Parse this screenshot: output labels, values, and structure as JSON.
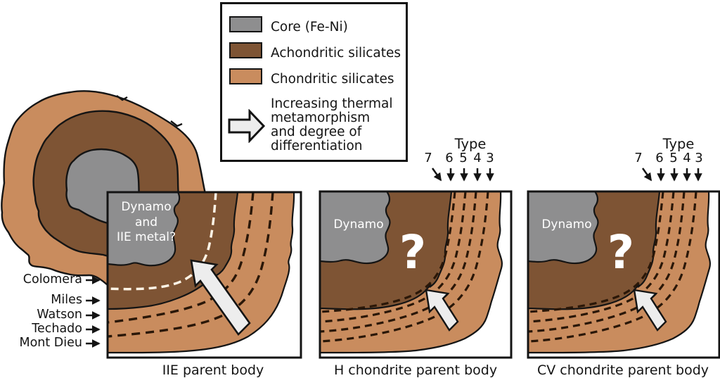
{
  "figure": {
    "legend": {
      "items": [
        {
          "label": "Core (Fe-Ni)",
          "color": "#8e8e8f"
        },
        {
          "label": "Achondritic silicates",
          "color": "#7e5434"
        },
        {
          "label": "Chondritic silicates",
          "color": "#c98c5e"
        }
      ],
      "arrow_caption_lines": [
        "Increasing thermal",
        "metamorphism",
        "and degree of",
        "differentiation"
      ]
    },
    "type_scale": {
      "title": "Type",
      "values": [
        "7",
        "6",
        "5",
        "4",
        "3"
      ]
    },
    "meteorite_labels": [
      "Colomera",
      "Miles",
      "Watson",
      "Techado",
      "Mont Dieu"
    ],
    "panels": [
      {
        "caption": "IIE parent body",
        "core_label_lines": [
          "Dynamo",
          "and",
          "IIE metal?"
        ]
      },
      {
        "caption": "H chondrite parent body",
        "core_label": "Dynamo",
        "uncertainty_mark": "?"
      },
      {
        "caption": "CV chondrite parent body",
        "core_label": "Dynamo",
        "uncertainty_mark": "?"
      }
    ],
    "colors": {
      "core_gray": "#8e8e8f",
      "achondritic_brown": "#7e5434",
      "chondritic_tan": "#c98c5e",
      "dash_dark": "#2a1708",
      "white_dash": "#fdf4e6",
      "arrow_fill": "#ededed",
      "outline": "#141414"
    }
  }
}
